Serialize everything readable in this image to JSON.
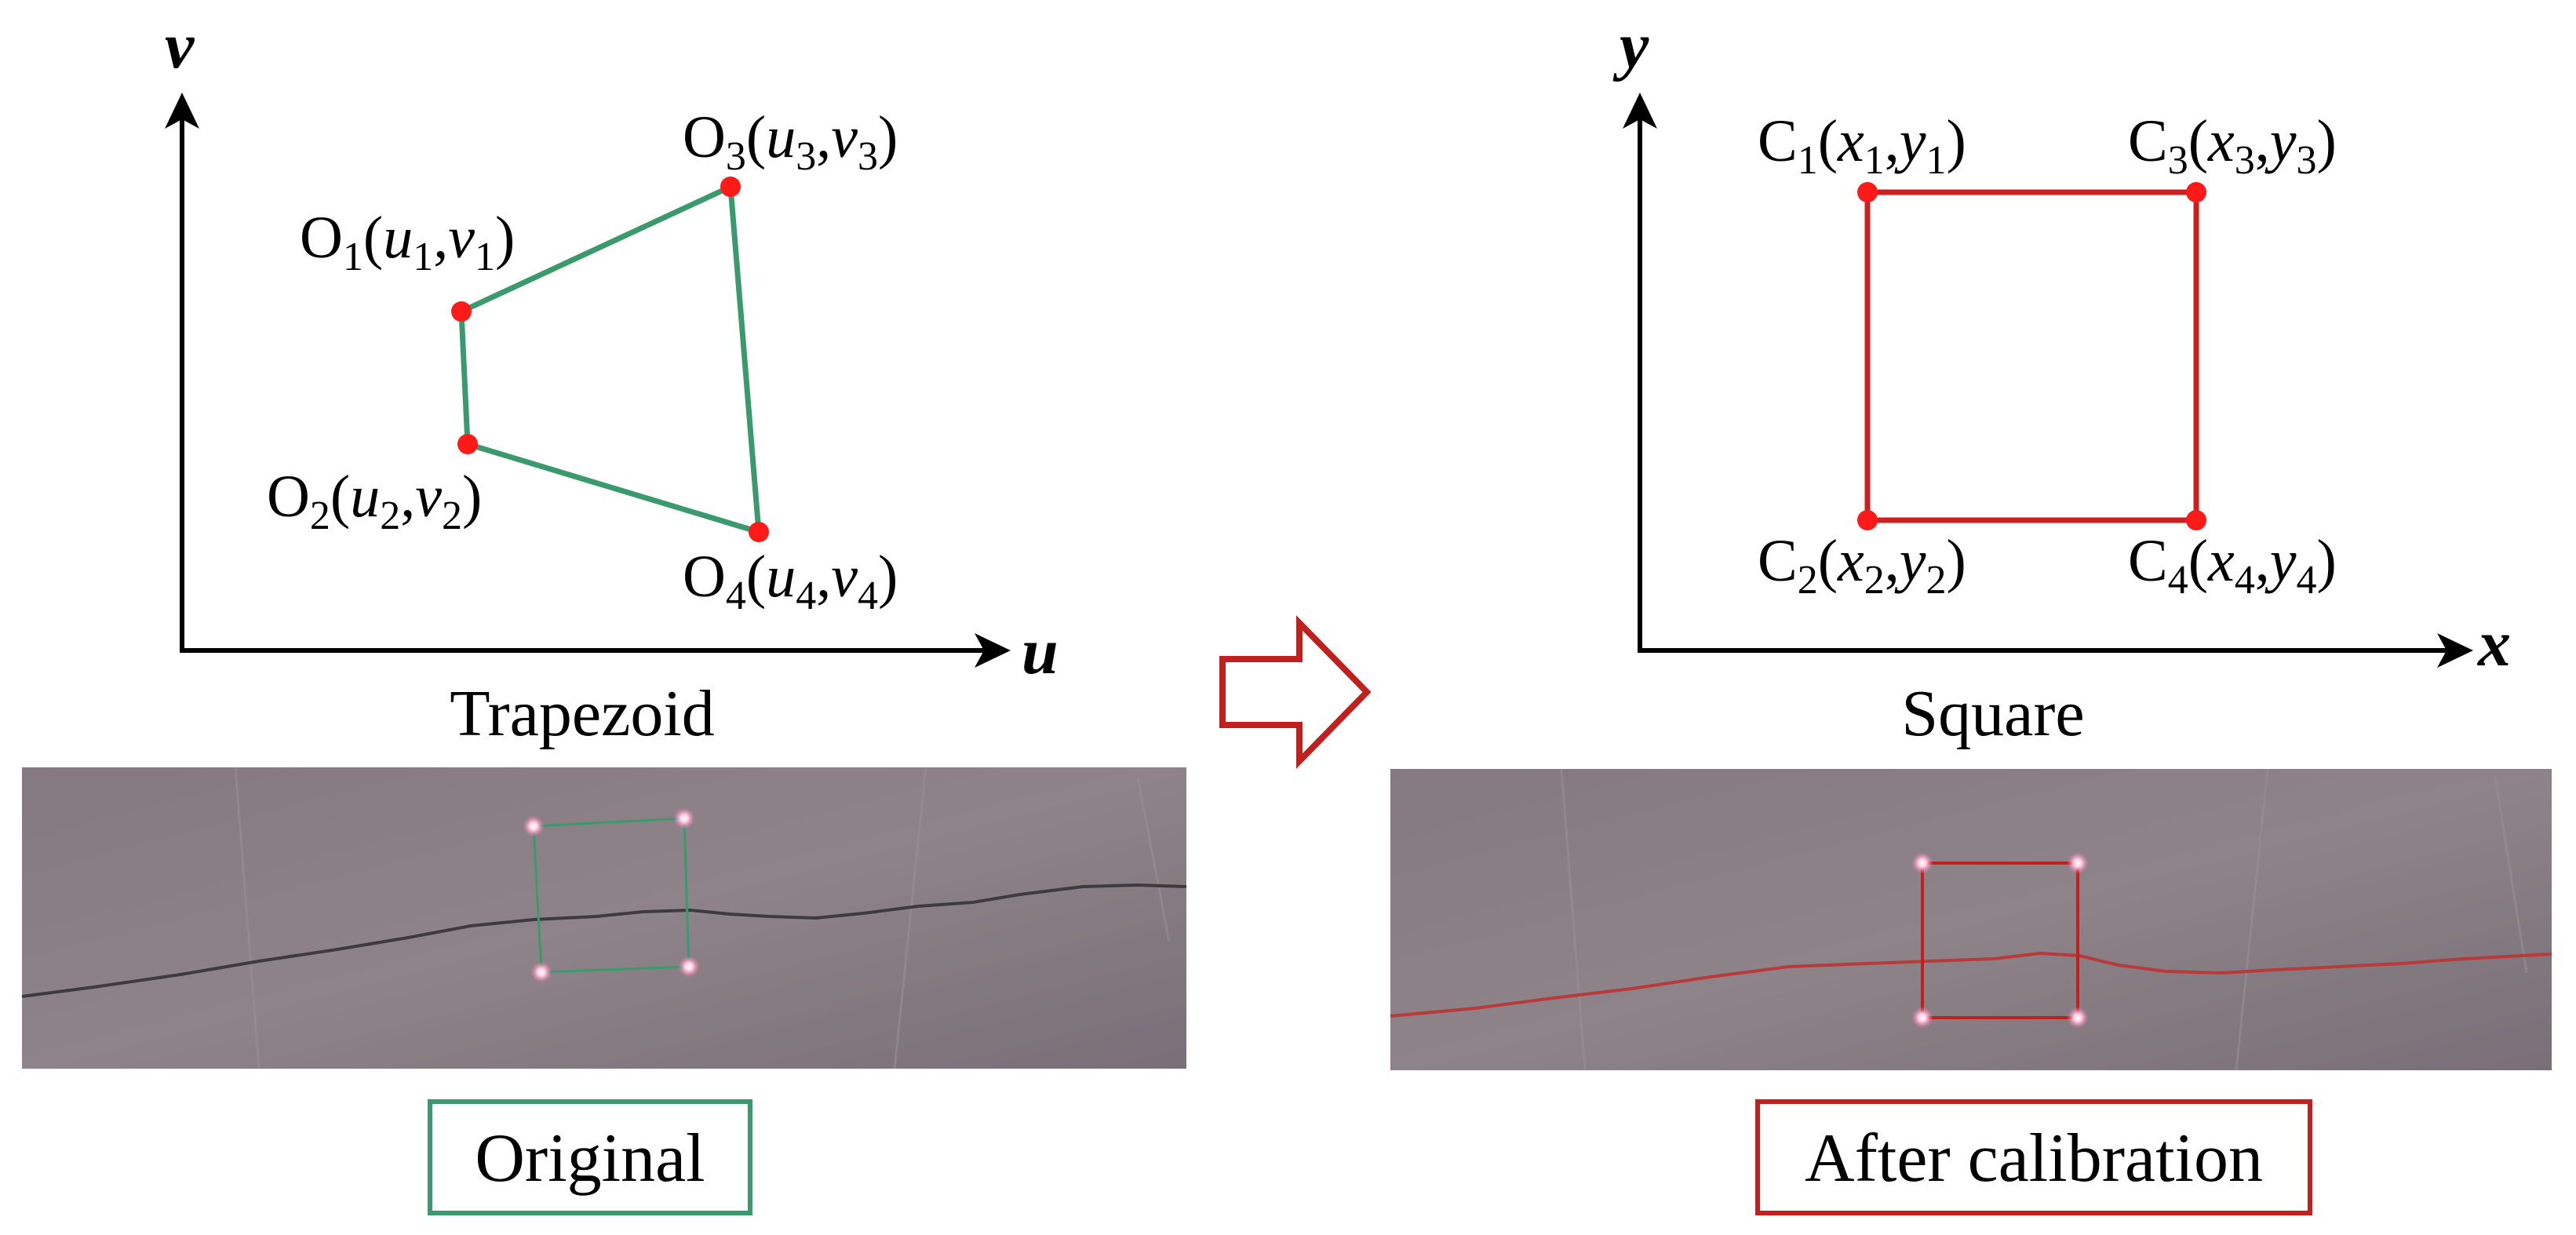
{
  "left_panel": {
    "axis_v": "v",
    "axis_u": "u",
    "caption": "Trapezoid",
    "line_color": "#3a9a6e",
    "points": [
      {
        "base": "O",
        "idx": "1",
        "c1": "u",
        "c2": "v"
      },
      {
        "base": "O",
        "idx": "2",
        "c1": "u",
        "c2": "v"
      },
      {
        "base": "O",
        "idx": "3",
        "c1": "u",
        "c2": "v"
      },
      {
        "base": "O",
        "idx": "4",
        "c1": "u",
        "c2": "v"
      }
    ],
    "photo_label": "Original"
  },
  "right_panel": {
    "axis_y": "y",
    "axis_x": "x",
    "caption": "Square",
    "line_color": "#cc1f1f",
    "points": [
      {
        "base": "C",
        "idx": "1",
        "c1": "x",
        "c2": "y"
      },
      {
        "base": "C",
        "idx": "2",
        "c1": "x",
        "c2": "y"
      },
      {
        "base": "C",
        "idx": "3",
        "c1": "x",
        "c2": "y"
      },
      {
        "base": "C",
        "idx": "4",
        "c1": "x",
        "c2": "y"
      }
    ],
    "photo_label": "After calibration"
  },
  "colors": {
    "point": "#ff1a1a",
    "arrow": "#c0201e",
    "original_box": "#3a9a6e",
    "calibration_box": "#c0201e",
    "crack_right": "#b83a3a"
  }
}
